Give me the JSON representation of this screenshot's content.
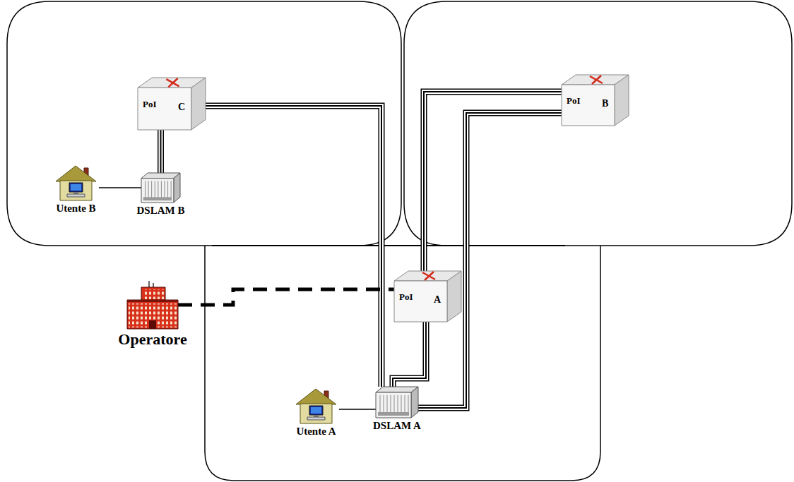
{
  "diagram": {
    "nodes": [
      {
        "text": [
          "PoI",
          "C"
        ]
      },
      {
        "text": [
          "PoI",
          "B"
        ]
      },
      {
        "text": [
          "Utente B"
        ]
      },
      {
        "text": [
          "DSLAM B"
        ]
      },
      {
        "text": [
          "PoI",
          "A"
        ]
      },
      {
        "text": [
          "Operatore"
        ]
      },
      {
        "text": [
          "Utente A"
        ]
      },
      {
        "text": [
          "DSLAM A"
        ]
      }
    ],
    "edges": [
      {
        "from": 0,
        "to": 3,
        "arrow": "none"
      },
      {
        "from": 2,
        "to": 3,
        "arrow": "none"
      },
      {
        "from": 0,
        "to": 7,
        "arrow": "none"
      },
      {
        "from": 7,
        "to": 4,
        "arrow": "none"
      },
      {
        "from": 4,
        "to": 1,
        "arrow": "none"
      },
      {
        "from": 7,
        "to": 1,
        "arrow": "none"
      },
      {
        "from": 5,
        "to": 4,
        "arrow": "none"
      },
      {
        "from": 6,
        "to": 7,
        "arrow": "none"
      }
    ]
  }
}
